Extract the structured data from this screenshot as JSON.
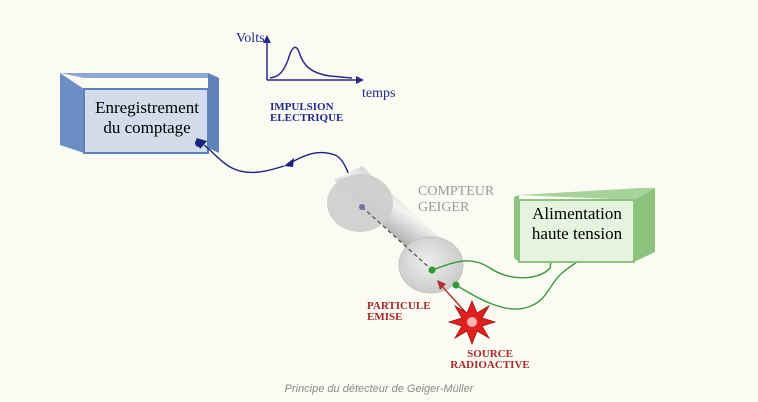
{
  "recorder": {
    "line1": "Enregistrement",
    "line2": "du comptage"
  },
  "power_supply": {
    "line1": "Alimentation",
    "line2": "haute tension"
  },
  "counter_label": {
    "line1": "COMPTEUR",
    "line2": "GEIGER"
  },
  "pulse_graph": {
    "y_label": "Volts",
    "x_label": "temps",
    "caption_line1": "IMPULSION",
    "caption_line2": "ELECTRIQUE"
  },
  "particle_label": {
    "line1": "PARTICULE",
    "line2": "EMISE"
  },
  "source_label": {
    "line1": "SOURCE",
    "line2": "RADIOACTIVE"
  },
  "figure_caption": "Principe du détecteur de Geiger-Müller",
  "colors": {
    "recorder_face": "#d2dcea",
    "recorder_side": "#6b8fc4",
    "supply_face": "#e6f3e0",
    "supply_side": "#8cc47e",
    "signal_wire": "#1a237e",
    "hv_wire": "#3a9a3a",
    "label_red": "#a52a2a",
    "label_blue": "#1f2a8a",
    "label_grey": "#9a9a9a"
  }
}
